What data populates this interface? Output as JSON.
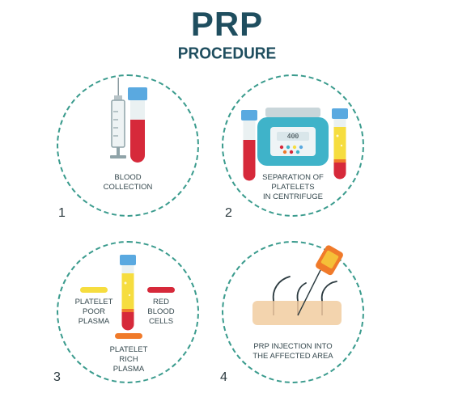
{
  "header": {
    "title": "PRP",
    "subtitle": "PROCEDURE"
  },
  "steps": [
    {
      "number": "1",
      "caption": "BLOOD\nCOLLECTION"
    },
    {
      "number": "2",
      "caption": "SEPARATION OF\nPLATELETS\nIN CENTRIFUGE",
      "display": "400"
    },
    {
      "number": "3",
      "labels": {
        "poor": "PLATELET\nPOOR\nPLASMA",
        "red": "RED\nBLOOD\nCELLS",
        "rich": "PLATELET\nRICH\nPLASMA"
      }
    },
    {
      "number": "4",
      "caption": "PRP INJECTION INTO\nTHE AFFECTED AREA"
    }
  ],
  "colors": {
    "title": "#1f4e5f",
    "dashed_ring": "#3a9b8d",
    "blood": "#d6293a",
    "plasma": "#f6dd3f",
    "cap": "#5aa9e0",
    "platelet_rich": "#f07a2a",
    "skin": "#f3d4ae",
    "centrifuge": "#3fb3c9"
  },
  "icons": [
    "syringe-icon",
    "test-tube-icon",
    "centrifuge-icon",
    "needle-icon",
    "skin-icon"
  ]
}
